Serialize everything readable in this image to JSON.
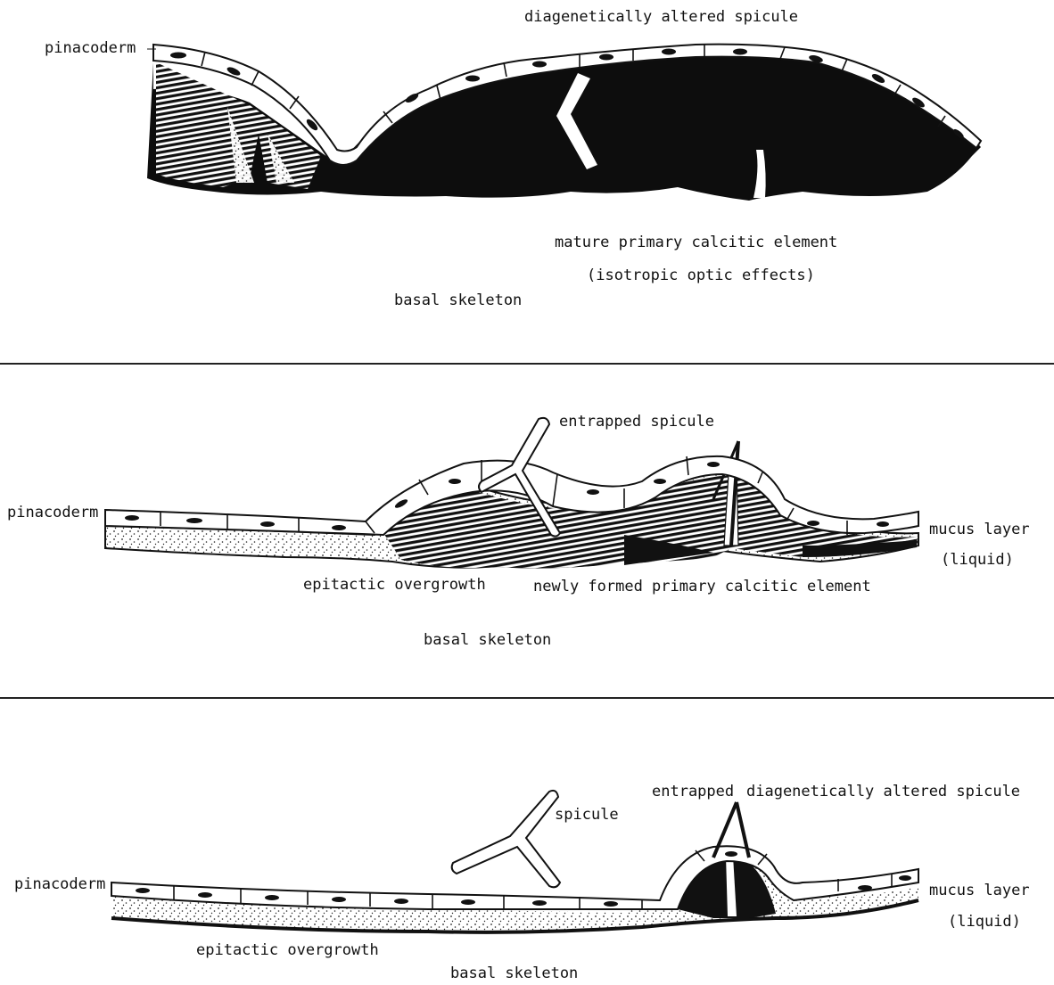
{
  "panels": [
    {
      "labels": {
        "pinacoderm": "pinacoderm",
        "spicule": "diagenetically altered spicule",
        "element": "mature primary calcitic element",
        "element_note": "(isotropic optic effects)",
        "basal": "basal skeleton"
      }
    },
    {
      "labels": {
        "pinacoderm": "pinacoderm",
        "spicule": "entrapped spicule",
        "mucus": "mucus layer",
        "mucus_note": "(liquid)",
        "overgrowth": "epitactic overgrowth",
        "element": "newly formed primary calcitic element",
        "basal": "basal skeleton"
      }
    },
    {
      "labels": {
        "pinacoderm": "pinacoderm",
        "entrapped": "entrapped",
        "altered": "diagenetically altered spicule",
        "spicule": "spicule",
        "mucus": "mucus layer",
        "mucus_note": "(liquid)",
        "overgrowth": "epitactic overgrowth",
        "basal": "basal skeleton"
      }
    }
  ],
  "colors": {
    "ink": "#111111",
    "paper": "#ffffff",
    "stipple": "#2a2a2a"
  }
}
